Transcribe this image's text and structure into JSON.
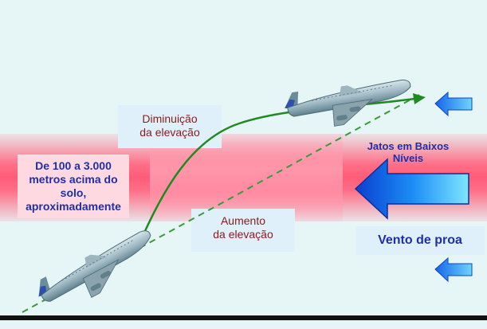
{
  "labels": {
    "altitude": [
      "De 100 a 3.000",
      "metros acima do",
      "solo,",
      "aproximadamente"
    ],
    "decrease": [
      "Diminuição",
      "da elevação"
    ],
    "increase": [
      "Aumento",
      "da elevação"
    ],
    "jets": [
      "Jatos em Baixos",
      "Níveis"
    ],
    "headwind": "Vento de proa"
  },
  "colors": {
    "jet_band": "#ff5c78",
    "arrow_blue": "#1b6ef0",
    "flight_path": "#1f8a1f",
    "label_text_blue": "#1f2fa8",
    "label_text_red": "#8b1a1a"
  },
  "icons": {
    "plane": "airplane-icon",
    "arrow": "arrow-left-icon"
  }
}
